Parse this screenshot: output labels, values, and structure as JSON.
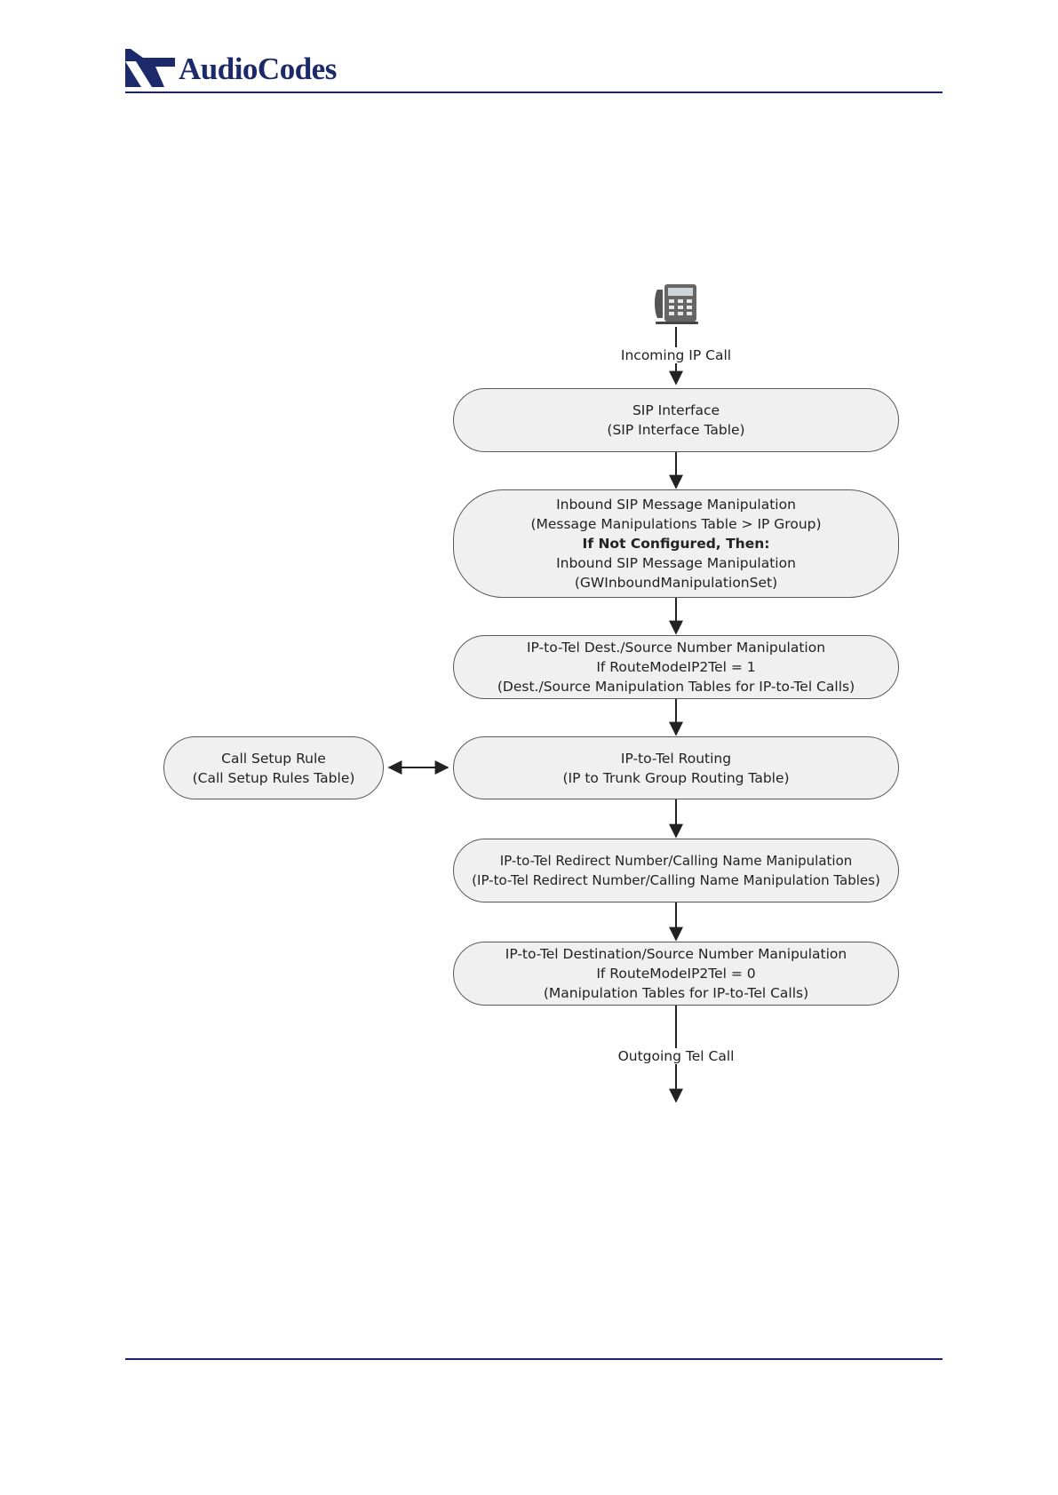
{
  "header": {
    "logo_text": "AudioCodes"
  },
  "diagram": {
    "start_label": "Incoming IP Call",
    "end_label": "Outgoing Tel Call",
    "phone_icon": "desk-phone-icon",
    "nodes": {
      "sip_interface": {
        "lines": [
          "SIP Interface",
          "(SIP Interface Table)"
        ]
      },
      "inbound_manipulation": {
        "line1": "Inbound SIP Message Manipulation",
        "line2": "(Message Manipulations Table > IP Group)",
        "line3": "If Not Configured, Then:",
        "line4": "Inbound SIP Message Manipulation",
        "line5": "(GWInboundManipulationSet)"
      },
      "dest_source_manip_1": {
        "lines": [
          "IP-to-Tel Dest./Source Number Manipulation",
          "If RouteModeIP2Tel = 1",
          "(Dest./Source Manipulation Tables for IP-to-Tel Calls)"
        ]
      },
      "routing": {
        "lines": [
          "IP-to-Tel Routing",
          "(IP to Trunk Group Routing Table)"
        ]
      },
      "call_setup_rule": {
        "lines": [
          "Call Setup Rule",
          "(Call Setup Rules Table)"
        ]
      },
      "redirect_manip": {
        "lines": [
          "IP-to-Tel Redirect Number/Calling Name Manipulation",
          "(IP-to-Tel Redirect Number/Calling Name Manipulation Tables)"
        ]
      },
      "dest_source_manip_0": {
        "lines": [
          "IP-to-Tel Destination/Source Number Manipulation",
          "If RouteModeIP2Tel = 0",
          "(Manipulation Tables for IP-to-Tel Calls)"
        ]
      }
    }
  },
  "colors": {
    "brand_navy": "#1c2a6b",
    "rule_blue": "#1a1f8c",
    "box_fill": "#f0f0f0",
    "box_border": "#5a5a5a"
  }
}
